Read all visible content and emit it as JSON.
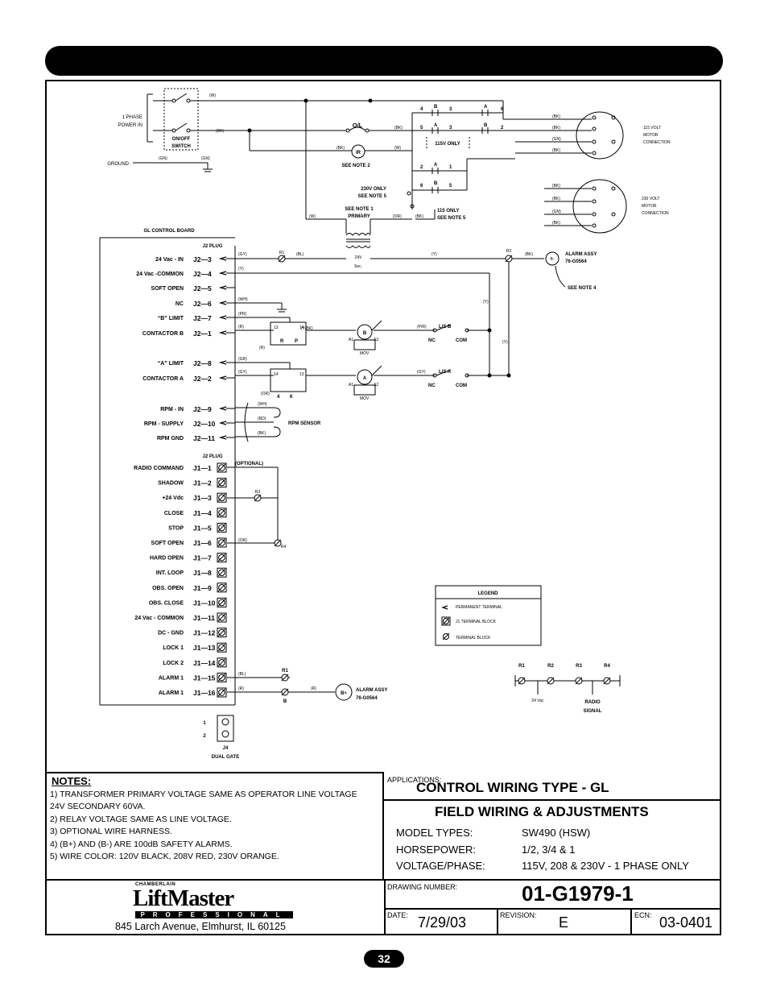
{
  "inputs": {
    "phase_power": [
      "1 PHASE",
      "POWER IN"
    ],
    "w": "(W)",
    "bk": "(BK)",
    "gn": "(GN)",
    "ground": "GROUND",
    "switch": [
      "ON/OFF",
      "SWITCH"
    ],
    "ol": "O/L",
    "ir": "IR",
    "see_note2": "SEE NOTE 2",
    "v115only": "115V ONLY",
    "v230only": [
      "230V ONLY",
      "SEE NOTE 5"
    ],
    "v115only2": [
      "115 ONLY",
      "SEE NOTE 5"
    ],
    "see_note1": [
      "SEE NOTE 1",
      "PRIMARY"
    ],
    "sec": [
      "24V",
      "Sec."
    ],
    "or": "(OR)",
    "y": "(Y)",
    "gy": "(GY)",
    "bl": "(BL)",
    "motor115": [
      "115 VOLT",
      "MOTOR",
      "CONNECTION"
    ],
    "motor230": [
      "230 VOLT",
      "MOTOR",
      "CONNECTION"
    ],
    "alarm_minus": [
      "ALARM ASSY",
      "76-G0564"
    ],
    "see_note4": "SEE NOTE 4",
    "r1": "R1",
    "r2": "R2",
    "r3": "R3",
    "r4": "R4"
  },
  "board": {
    "title": "GL CONTROL BOARD",
    "j2plug": "J2 PLUG",
    "j2": [
      {
        "label": "24 Vac - IN",
        "pin": "J2—3"
      },
      {
        "label": "24 Vac -COMMON",
        "pin": "J2—4"
      },
      {
        "label": "SOFT OPEN",
        "pin": "J2—5"
      },
      {
        "label": "NC",
        "pin": "J2—6"
      },
      {
        "label": "“B” LIMIT",
        "pin": "J2—7"
      },
      {
        "label": "CONTACTOR B",
        "pin": "J2—1"
      },
      {
        "label": "“A” LIMIT",
        "pin": "J2—8"
      },
      {
        "label": "CONTACTOR A",
        "pin": "J2—2"
      },
      {
        "label": "RPM - IN",
        "pin": "J2—9"
      },
      {
        "label": "RPM - SUPPLY",
        "pin": "J2—10"
      },
      {
        "label": "RPM   GND",
        "pin": "J2—11"
      }
    ],
    "rpm_sensor": "RPM SENSOR",
    "j2plug2": "J2 PLUG",
    "optional": "(OPTIONAL)",
    "j1": [
      {
        "label": "RADIO COMMAND",
        "pin": "J1—1"
      },
      {
        "label": "SHADOW",
        "pin": "J1—2"
      },
      {
        "label": "+24 Vdc",
        "pin": "J1—3"
      },
      {
        "label": "CLOSE",
        "pin": "J1—4"
      },
      {
        "label": "STOP",
        "pin": "J1—5"
      },
      {
        "label": "SOFT  OPEN",
        "pin": "J1—6"
      },
      {
        "label": "HARD  OPEN",
        "pin": "J1—7"
      },
      {
        "label": "INT. LOOP",
        "pin": "J1—8"
      },
      {
        "label": "OBS. OPEN",
        "pin": "J1—9"
      },
      {
        "label": "OBS. CLOSE",
        "pin": "J1—10"
      },
      {
        "label": "24 Vac - COMMON",
        "pin": "J1—11"
      },
      {
        "label": "DC - GND",
        "pin": "J1—12"
      },
      {
        "label": "LOCK 1",
        "pin": "J1—13"
      },
      {
        "label": "LOCK 2",
        "pin": "J1—14"
      },
      {
        "label": "ALARM 1",
        "pin": "J1—15"
      },
      {
        "label": "ALARM 1",
        "pin": "J1—16"
      }
    ],
    "j4": "J4",
    "dual_gate": "DUAL GATE",
    "j4_pins": [
      "1",
      "2"
    ],
    "alarm_plus": [
      "ALARM ASSY",
      "76-G0564"
    ],
    "wire_labels": {
      "bl": "(BL)",
      "r": "(R)",
      "wh": "(WH)",
      "pr": "(PR)",
      "rd": "(RD)",
      "gr": "(GR)",
      "gy": "(GY)",
      "or": "(OR)"
    }
  },
  "contactors": {
    "b": {
      "letter": "B",
      "ls": "L/S B",
      "nc": "NC",
      "com": "COM",
      "a1": "A1",
      "a2": "A2",
      "mov": "MOV",
      "pr": "(P/R)",
      "y_bk": "(Y/BK)"
    },
    "a": {
      "letter": "A",
      "ls": "L/S A",
      "nc": "NC",
      "com": "COM",
      "a1": "A1",
      "a2": "A2",
      "mov": "MOV",
      "gy": "(GY)"
    }
  },
  "legend": {
    "title": "LEGEND",
    "items": [
      "PERMANENT TERMINAL",
      "J1 TERMINAL BLOCK",
      "TERMINAL BLOCK"
    ]
  },
  "radio": {
    "labels": [
      "R1",
      "R2",
      "R3",
      "R4"
    ],
    "vac": "24 Vac",
    "signal": [
      "RADIO",
      "SIGNAL"
    ]
  },
  "notes": {
    "title": "NOTES:",
    "items": [
      "1)  TRANSFORMER PRIMARY VOLTAGE SAME AS OPERATOR LINE VOLTAGE",
      "      24V SECONDARY 60VA.",
      "2)  RELAY VOLTAGE SAME AS LINE VOLTAGE.",
      "3)  OPTIONAL WIRE HARNESS.",
      "4)  (B+) AND (B-) ARE 100dB SAFETY ALARMS.",
      "5)  WIRE COLOR: 120V BLACK, 208V RED, 230V ORANGE."
    ]
  },
  "title_block": {
    "applications_label": "APPLICATIONS:",
    "title1": "CONTROL WIRING TYPE - GL",
    "title2": "FIELD WIRING & ADJUSTMENTS",
    "model_label": "MODEL TYPES:",
    "model_value": "SW490 (HSW)",
    "hp_label": "HORSEPOWER:",
    "hp_value": "1/2, 3/4 & 1",
    "vp_label": "VOLTAGE/PHASE:",
    "vp_value": "115V, 208 & 230V - 1 PHASE ONLY",
    "drawing_label": "DRAWING NUMBER:",
    "drawing_number": "01-G1979-1",
    "date_label": "DATE:",
    "date_value": "7/29/03",
    "revision_label": "REVISION:",
    "revision_value": "E",
    "ecn_label": "ECN:",
    "ecn_value": "03-0401",
    "brand_small": "CHAMBERLAIN",
    "brand_main": "LiftMaster",
    "brand_sub": "PROFESSIONAL",
    "address": "845 Larch Avenue, Elmhurst, IL  60125"
  },
  "page_number": "32"
}
